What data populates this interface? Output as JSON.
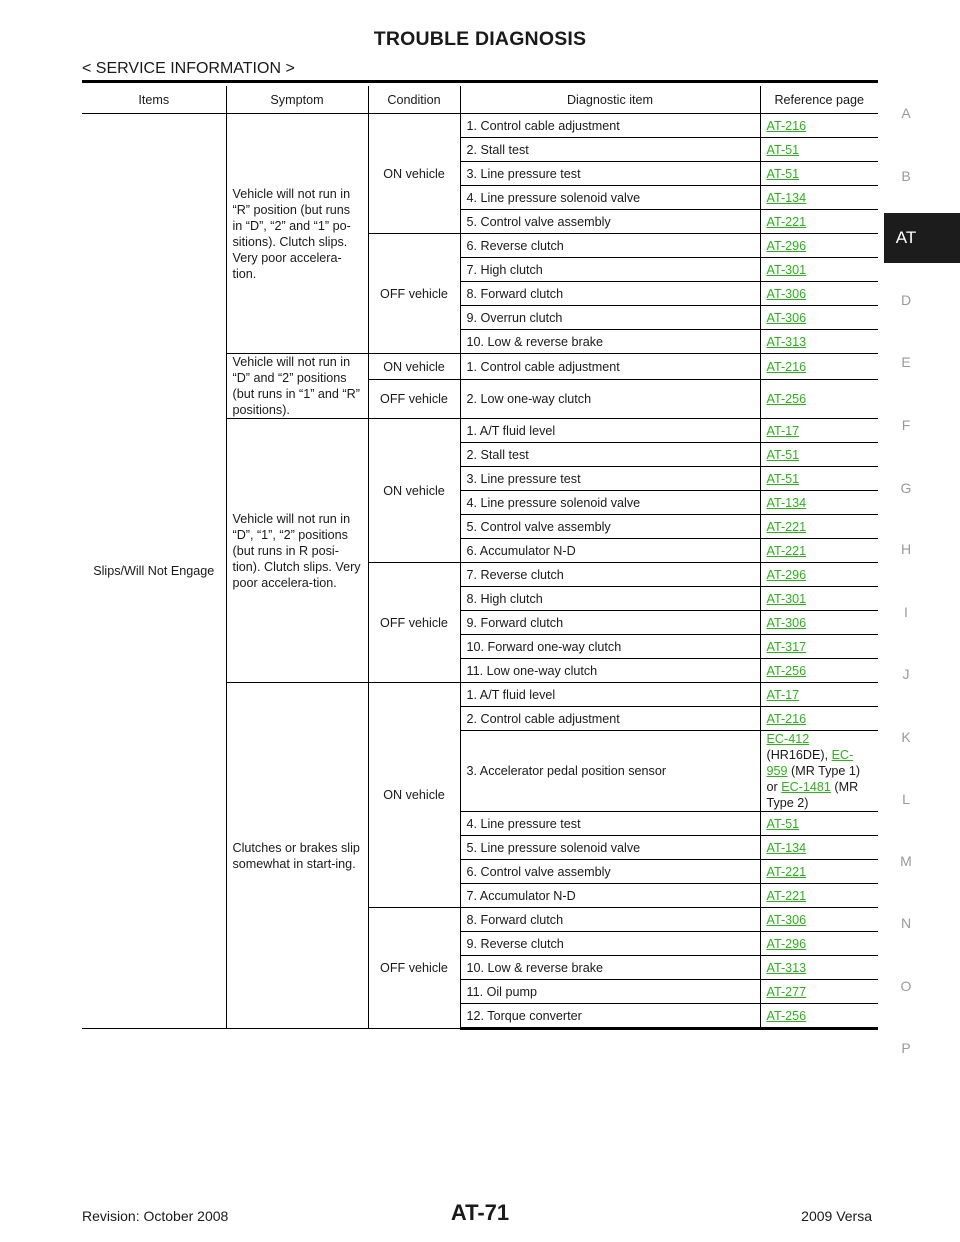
{
  "header": {
    "title": "TROUBLE DIAGNOSIS",
    "subtitle": "< SERVICE INFORMATION >"
  },
  "side_tabs": {
    "letters": [
      "A",
      "B",
      "AT",
      "D",
      "E",
      "F",
      "G",
      "H",
      "I",
      "J",
      "K",
      "L",
      "M",
      "N",
      "O",
      "P"
    ],
    "active": "AT",
    "active_bg": "#1c1c1c"
  },
  "link_color": "#2bb51a",
  "table": {
    "headers": {
      "items": "Items",
      "symptom": "Symptom",
      "condition": "Condition",
      "diagnostic": "Diagnostic item",
      "reference": "Reference page"
    },
    "item": "Slips/Will Not Engage",
    "symptom_1": "Vehicle will not run in “R” position (but runs in “D”, “2” and “1” po-sitions). Clutch slips. Very poor accelera-tion.",
    "symptom_2": "Vehicle will not run in “D” and “2” positions (but runs in “1” and “R” positions).",
    "symptom_3": "Vehicle will not run in “D”, “1”, “2” positions (but runs in R posi-tion). Clutch slips. Very poor accelera-tion.",
    "symptom_4": "Clutches or brakes slip somewhat in start-ing.",
    "on_vehicle": "ON vehicle",
    "off_vehicle": "OFF vehicle",
    "rows": [
      {
        "item": "1. Control cable adjustment",
        "ref": "AT-216"
      },
      {
        "item": "2. Stall test",
        "ref": "AT-51"
      },
      {
        "item": "3. Line pressure test",
        "ref": "AT-51"
      },
      {
        "item": "4. Line pressure solenoid valve",
        "ref": "AT-134"
      },
      {
        "item": "5. Control valve assembly",
        "ref": "AT-221"
      },
      {
        "item": "6. Reverse clutch",
        "ref": "AT-296"
      },
      {
        "item": "7. High clutch",
        "ref": "AT-301"
      },
      {
        "item": "8. Forward clutch",
        "ref": "AT-306"
      },
      {
        "item": "9. Overrun clutch",
        "ref": "AT-306"
      },
      {
        "item": "10. Low & reverse brake",
        "ref": "AT-313"
      },
      {
        "item": "1. Control cable adjustment",
        "ref": "AT-216"
      },
      {
        "item": "2. Low one-way clutch",
        "ref": "AT-256"
      },
      {
        "item": "1. A/T fluid level",
        "ref": "AT-17"
      },
      {
        "item": "2. Stall test",
        "ref": "AT-51"
      },
      {
        "item": "3. Line pressure test",
        "ref": "AT-51"
      },
      {
        "item": "4. Line pressure solenoid valve",
        "ref": "AT-134"
      },
      {
        "item": "5. Control valve assembly",
        "ref": "AT-221"
      },
      {
        "item": "6. Accumulator N-D",
        "ref": "AT-221"
      },
      {
        "item": "7. Reverse clutch",
        "ref": "AT-296"
      },
      {
        "item": "8. High clutch",
        "ref": "AT-301"
      },
      {
        "item": "9. Forward clutch",
        "ref": "AT-306"
      },
      {
        "item": "10. Forward one-way clutch",
        "ref": "AT-317"
      },
      {
        "item": "11. Low one-way clutch",
        "ref": "AT-256"
      },
      {
        "item": "1. A/T fluid level",
        "ref": "AT-17"
      },
      {
        "item": "2. Control cable adjustment",
        "ref": "AT-216"
      },
      {
        "item": "3. Accelerator pedal position sensor",
        "ref": ""
      },
      {
        "item": "4. Line pressure test",
        "ref": "AT-51"
      },
      {
        "item": "5. Line pressure solenoid valve",
        "ref": "AT-134"
      },
      {
        "item": "6. Control valve assembly",
        "ref": "AT-221"
      },
      {
        "item": "7. Accumulator N-D",
        "ref": "AT-221"
      },
      {
        "item": "8. Forward clutch",
        "ref": "AT-306"
      },
      {
        "item": "9. Reverse clutch",
        "ref": "AT-296"
      },
      {
        "item": "10. Low & reverse brake",
        "ref": "AT-313"
      },
      {
        "item": "11. Oil pump",
        "ref": "AT-277"
      },
      {
        "item": "12. Torque converter",
        "ref": "AT-256"
      }
    ],
    "apps_ref": {
      "link1": "EC-412",
      "text1": "(HR16DE),",
      "link2": "EC-959",
      "text2": "(MR Type 1) or",
      "link3": "EC-1481",
      "text3": "(MR Type 2)"
    }
  },
  "footer": {
    "revision": "Revision: October 2008",
    "page": "AT-71",
    "model": "2009 Versa"
  }
}
